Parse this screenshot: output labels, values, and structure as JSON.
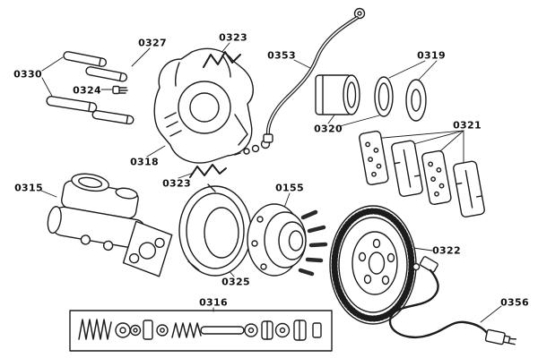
{
  "page": {
    "background": "#ffffff",
    "ink_color": "#1c1c1c",
    "label_color": "#111111"
  },
  "diagram": {
    "kind": "exploded-parts-diagram",
    "labels": {
      "l0330": "0330",
      "l0327": "0327",
      "l0324": "0324",
      "l0323_upper": "0323",
      "l0353": "0353",
      "l0319": "0319",
      "l0320": "0320",
      "l0321": "0321",
      "l0318": "0318",
      "l0323_lower": "0323",
      "l0315": "0315",
      "l0155": "0155",
      "l0325": "0325",
      "l0322": "0322",
      "l0316": "0316",
      "l0356": "0356"
    }
  }
}
